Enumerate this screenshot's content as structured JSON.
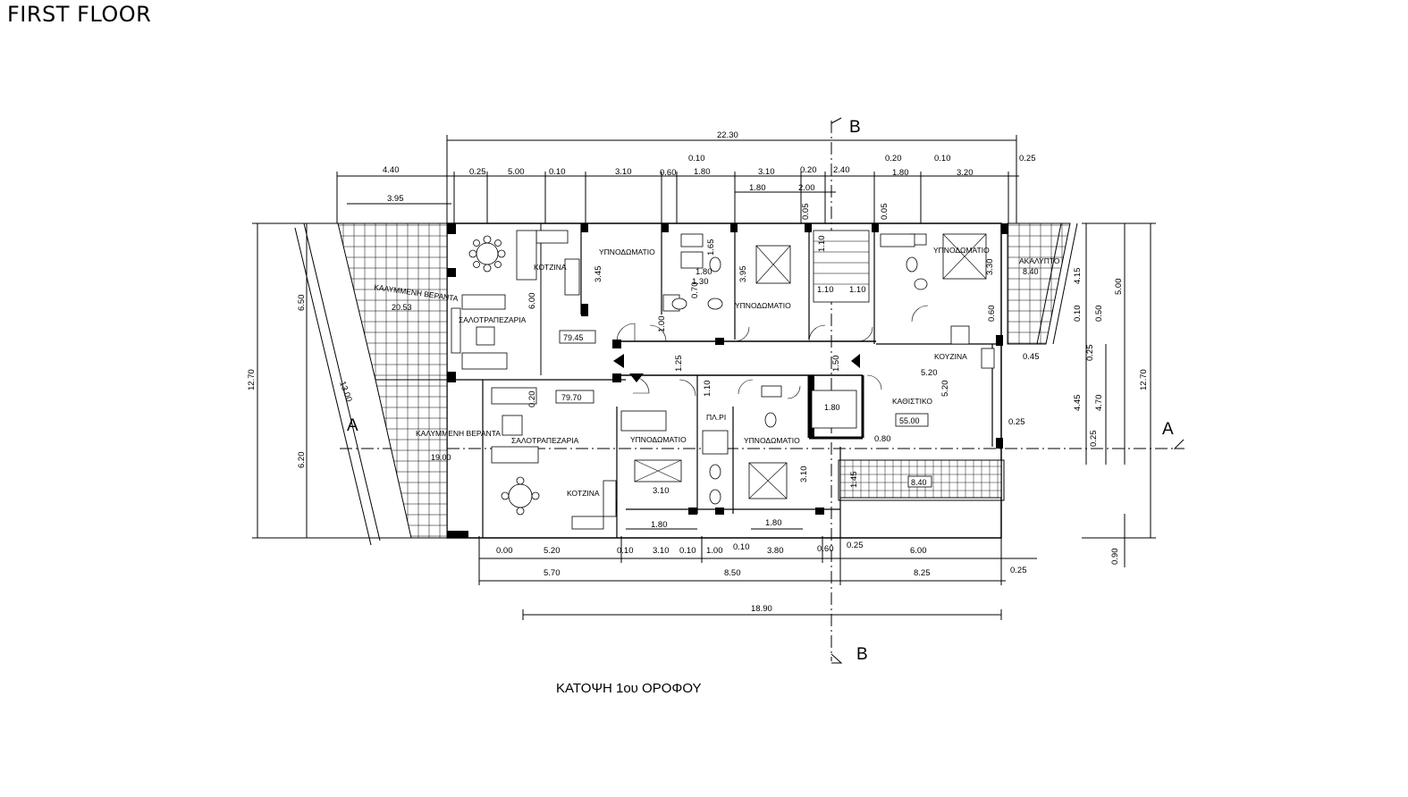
{
  "title": "FIRST FLOOR",
  "caption": "ΚΑΤΟΨΗ 1ου ΟΡΟΦΟΥ",
  "section_markers": [
    "A",
    "A",
    "B",
    "B"
  ],
  "dimensions": {
    "overall_top": "22.30",
    "overall_bottom": "18.90",
    "height_left": "12.70",
    "height_right": "12.70",
    "top_row": [
      "4.40",
      "0.25",
      "5.00",
      "0.10",
      "3.10",
      "0.60",
      "1.80",
      "3.10",
      "0.20",
      "2.40",
      "1.80",
      "3.20",
      "0.25"
    ],
    "top_small": [
      "0.10",
      "0.20",
      "0.10"
    ],
    "second_row": [
      "3.95",
      "1.80",
      "2.00"
    ],
    "bottom_row": [
      "0.00",
      "5.20",
      "0.10",
      "3.10",
      "0.10",
      "1.00",
      "0.10",
      "3.80",
      "0.60",
      "0.25",
      "6.00"
    ],
    "bottom_row2": [
      "5.70",
      "8.50",
      "8.25",
      "0.25"
    ],
    "left_side": [
      "6.50",
      "6.20",
      "13.00"
    ],
    "right_side": [
      "4.15",
      "5.00",
      "0.10",
      "0.50",
      "0.25",
      "4.45",
      "4.70",
      "0.25",
      "0.90"
    ],
    "interior": [
      "3.45",
      "6.00",
      "1.65",
      "1.30",
      "0.70",
      "1.00",
      "3.95",
      "1.10",
      "1.10",
      "1.10",
      "0.05",
      "0.05",
      "3.30",
      "0.60",
      "1.25",
      "1.50",
      "0.20",
      "1.10",
      "5.20",
      "0.45",
      "5.20",
      "0.25",
      "0.80",
      "3.10",
      "1.80",
      "3.10",
      "1.80",
      "1.80",
      "1.45"
    ]
  },
  "rooms": {
    "covered_veranda_1": "ΚΑΛΥΜΜΕΝΗ ΒΕΡΑΝΤΑ",
    "covered_veranda_1_area": "20.53",
    "covered_veranda_2": "ΚΑΛΥΜΜΕΝΗ ΒΕΡΑΝΤΑ",
    "covered_veranda_2_area": "19.00",
    "kitchen_1": "ΚΟΤΖΙΝΑ",
    "kitchen_2": "ΚΟΤΖΙΝΑ",
    "kitchen_3": "ΚΟΥΖΙΝΑ",
    "living_dining_1": "ΣΑΛΟΤΡΑΠΕΖΑΡΙΑ",
    "living_dining_2": "ΣΑΛΟΤΡΑΠΕΖΑΡΙΑ",
    "bedroom_1": "ΥΠΝΟΔΩΜΑΤΙΟ",
    "bedroom_2": "ΥΠΝΟΔΩΜΑΤΙΟ",
    "bedroom_3": "ΥΠΝΟΔΩΜΑΤΙΟ",
    "bedroom_4": "ΥΠΝΟΔΩΜΑΤΙΟ",
    "bedroom_5": "ΥΠΝΟΔΩΜΑΤΙΟ",
    "living_room": "ΚΑΘΙΣΤΙΚΟ",
    "akalyptos": "ΑΚΑΛΥΠΤΟ",
    "closet": "ΠΛ.ΡΙ",
    "area_apt_1": "79.45",
    "area_apt_2": "79.70",
    "area_apt_3": "55.00",
    "area_open_top": "8.40",
    "area_open_bottom": "8.40",
    "area_lift": "1.80"
  }
}
